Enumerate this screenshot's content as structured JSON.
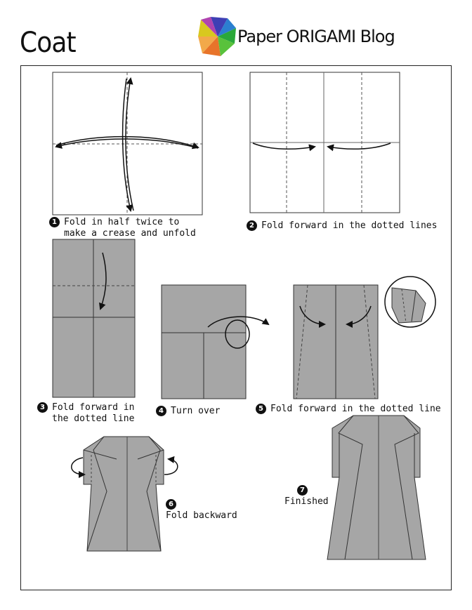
{
  "header": {
    "title": "Coat",
    "blog": "Paper ORIGAMI Blog"
  },
  "steps": [
    {
      "num": "1",
      "line1": "Fold in half twice to",
      "line2": "make a crease and unfold"
    },
    {
      "num": "2",
      "line1": "Fold forward in the dotted lines"
    },
    {
      "num": "3",
      "line1": "Fold forward in",
      "line2": "the dotted line"
    },
    {
      "num": "4",
      "line1": "Turn over"
    },
    {
      "num": "5",
      "line1": "Fold forward in the dotted line"
    },
    {
      "num": "6",
      "line1": "Fold backward"
    },
    {
      "num": "7",
      "line1": "Finished"
    }
  ],
  "colors": {
    "paper": "#a6a6a6",
    "paper_dark": "#8c8c8c",
    "line": "#333333",
    "crease": "#555555"
  },
  "icons": [
    "pinwheel-logo-icon"
  ]
}
